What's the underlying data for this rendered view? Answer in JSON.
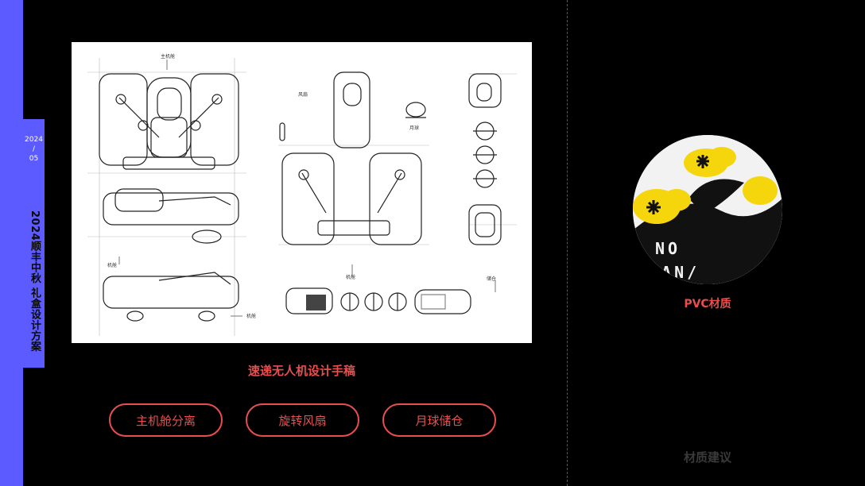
{
  "side": {
    "date": "2024\n/\n05",
    "title": "2024顺丰中秋 礼盒设计方案"
  },
  "sketch": {
    "caption": "速递无人机设计手稿",
    "annotations": [
      "主机舱",
      "风扇",
      "月球",
      "机舱",
      "机舱",
      "储仓",
      "机舱"
    ]
  },
  "features": [
    {
      "label": "主机舱分离"
    },
    {
      "label": "旋转风扇"
    },
    {
      "label": "月球储仓"
    }
  ],
  "material": {
    "label": "PVC材质",
    "footer": "材质建议",
    "logo_text_1": "NO",
    "logo_text_2": "LAN/"
  },
  "colors": {
    "accent": "#e94e4e",
    "rail": "#5b5bff"
  }
}
